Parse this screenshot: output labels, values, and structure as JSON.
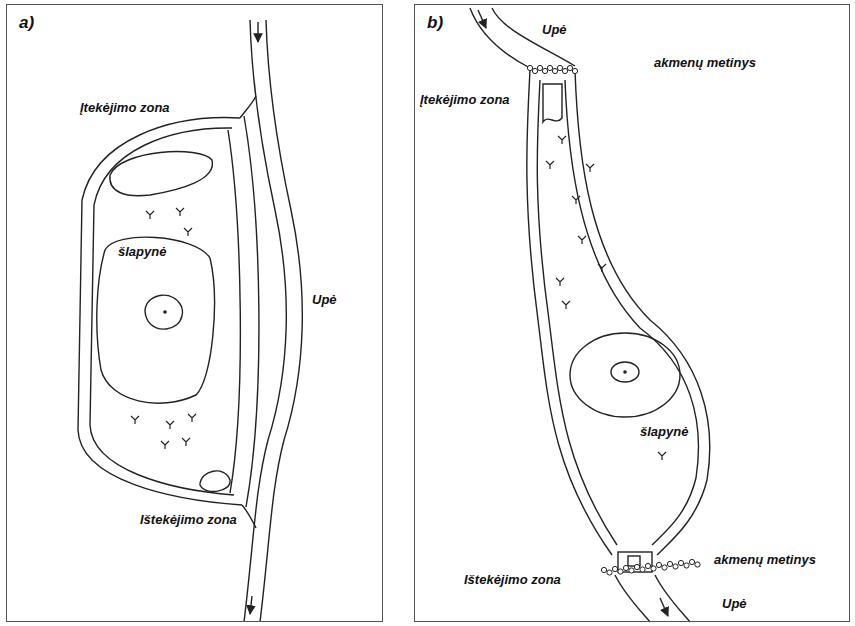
{
  "diagram": {
    "nodes": [
      {
        "text": [
          "a)"
        ]
      },
      {
        "text": [
          "b)"
        ]
      }
    ],
    "labels": [
      "Įtekėjimo zona",
      "šlapynė",
      "Upė",
      "Ištekėjimo zona",
      "Upė",
      "akmenų metinys",
      "Įtekėjimo zona",
      "šlapynė",
      "akmenų metinys",
      "Ištekėjimo zona",
      "Upė"
    ]
  }
}
